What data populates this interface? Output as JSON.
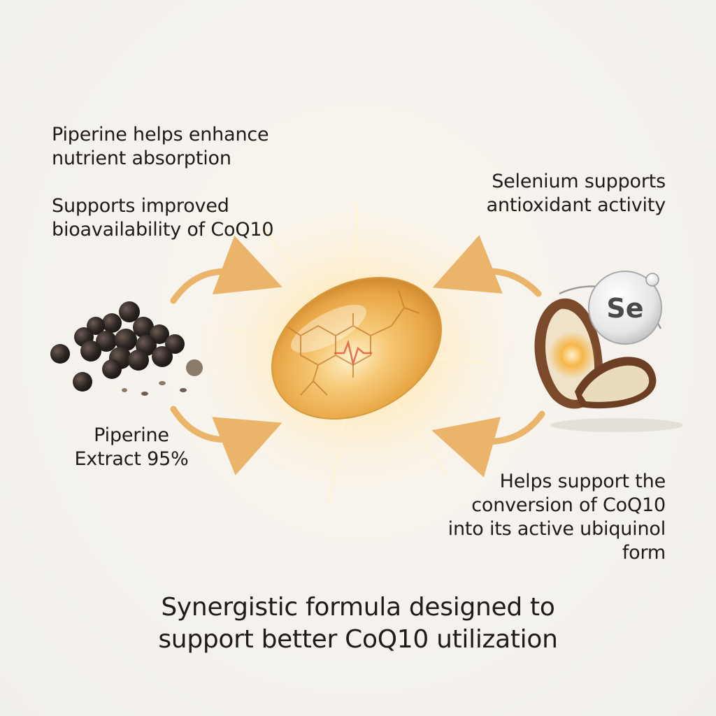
{
  "top_left": {
    "line_a": "Piperine helps enhance",
    "line_b": "nutrient absorption",
    "line_c": "Supports improved",
    "line_d": "bioavailability of CoQ10"
  },
  "top_right": {
    "line_a": "Selenium supports",
    "line_b": "antioxidant activity"
  },
  "piperine_label": {
    "line_a": "Piperine",
    "line_b": "Extract 95%"
  },
  "bottom_right": {
    "line_a": "Helps support the",
    "line_b": "conversion of CoQ10",
    "line_c": "into its active ubiquinol",
    "line_d": "form"
  },
  "selenium_symbol": "Se",
  "footer": {
    "line_a": "Synergistic formula designed to",
    "line_b": "support better CoQ10 utilization"
  },
  "colors": {
    "arrow": "#eab56a",
    "capsule": "#e9a746",
    "glow": "#fff4d6",
    "text": "#1f1b18",
    "pepper": "#2b2522"
  },
  "icons": [
    "pepper-icon",
    "capsule-icon",
    "brazil-nut-icon",
    "selenium-atom-icon",
    "arrow-icon"
  ]
}
